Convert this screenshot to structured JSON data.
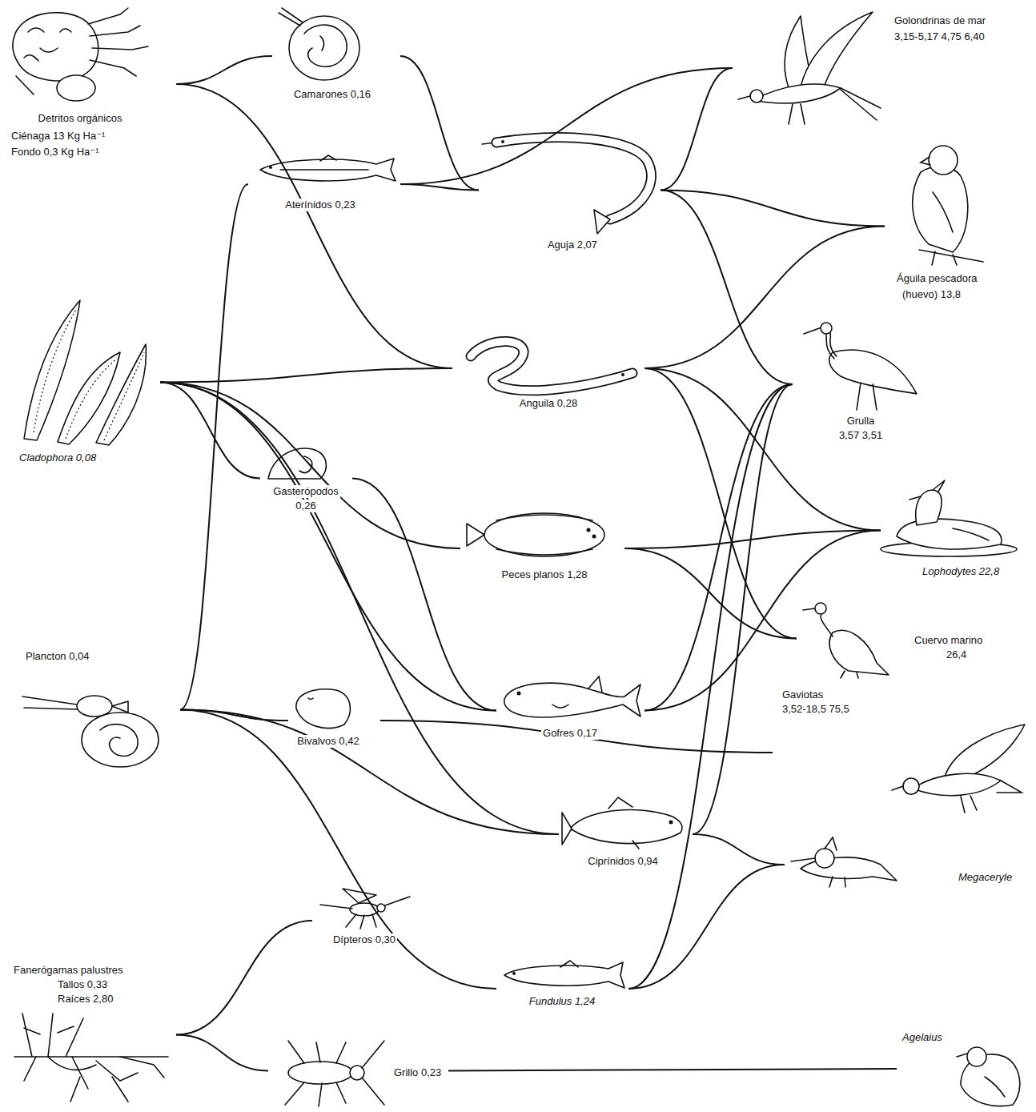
{
  "diagram": {
    "nodes": [
      {
        "text": [
          "Detritos orgánicos",
          "Ciénaga 13 Kg Ha⁻¹",
          "Fondo 0,3 Kg Ha⁻¹"
        ]
      },
      {
        "text": [
          "Camarones 0,16"
        ]
      },
      {
        "text": [
          "Aterínidos 0,23"
        ]
      },
      {
        "text": [
          "Aguja 2,07"
        ]
      },
      {
        "text": [
          "Golondrinas de mar",
          "3,15-5,17 4,75 6,40"
        ]
      },
      {
        "text": [
          "Águila pescadora",
          "(huevo) 13,8"
        ]
      },
      {
        "text": [
          "Cladophora 0,08"
        ]
      },
      {
        "text": [
          "Anguila 0,28"
        ]
      },
      {
        "text": [
          "Grulla",
          "3,57 3,51"
        ]
      },
      {
        "text": [
          "Gasterópodos",
          "0,26"
        ]
      },
      {
        "text": [
          "Peces planos 1,28"
        ]
      },
      {
        "text": [
          "Lophodytes 22,8"
        ]
      },
      {
        "text": [
          "Cuervo marino",
          "26,4"
        ]
      },
      {
        "text": [
          "Plancton 0,04"
        ]
      },
      {
        "text": [
          "Bivalvos 0,42"
        ]
      },
      {
        "text": [
          "Gofres 0,17"
        ]
      },
      {
        "text": [
          "Gaviotas",
          "3,52-18,5 75,5"
        ]
      },
      {
        "text": [
          "Ciprínidos 0,94"
        ]
      },
      {
        "text": [
          "Megaceryle"
        ]
      },
      {
        "text": [
          "Dípteros 0,30"
        ]
      },
      {
        "text": [
          "Fanerógamas palustres",
          "Tallos 0,33",
          "Raíces 2,80"
        ]
      },
      {
        "text": [
          "Fundulus 1,24"
        ]
      },
      {
        "text": [
          "Grillo 0,23"
        ]
      },
      {
        "text": [
          "Agelaius"
        ]
      }
    ],
    "edges": [
      {
        "from": 0,
        "to": 1,
        "arrow": "none"
      },
      {
        "from": 0,
        "to": 7,
        "arrow": "none"
      },
      {
        "from": 1,
        "to": 3,
        "arrow": "none"
      },
      {
        "from": 2,
        "to": 4,
        "arrow": "none"
      },
      {
        "from": 2,
        "to": 3,
        "arrow": "none"
      },
      {
        "from": 3,
        "to": 4,
        "arrow": "none"
      },
      {
        "from": 3,
        "to": 5,
        "arrow": "none"
      },
      {
        "from": 3,
        "to": 8,
        "arrow": "none"
      },
      {
        "from": 13,
        "to": 2,
        "arrow": "none"
      },
      {
        "from": 6,
        "to": 7,
        "arrow": "none"
      },
      {
        "from": 6,
        "to": 9,
        "arrow": "none"
      },
      {
        "from": 6,
        "to": 10,
        "arrow": "none"
      },
      {
        "from": 6,
        "to": 15,
        "arrow": "none"
      },
      {
        "from": 6,
        "to": 17,
        "arrow": "none"
      },
      {
        "from": 9,
        "to": 15,
        "arrow": "none"
      },
      {
        "from": 7,
        "to": 5,
        "arrow": "none"
      },
      {
        "from": 7,
        "to": 11,
        "arrow": "none"
      },
      {
        "from": 7,
        "to": 12,
        "arrow": "none"
      },
      {
        "from": 10,
        "to": 11,
        "arrow": "none"
      },
      {
        "from": 10,
        "to": 12,
        "arrow": "none"
      },
      {
        "from": 13,
        "to": 14,
        "arrow": "none"
      },
      {
        "from": 13,
        "to": 17,
        "arrow": "none"
      },
      {
        "from": 13,
        "to": 21,
        "arrow": "none"
      },
      {
        "from": 14,
        "to": 16,
        "arrow": "none"
      },
      {
        "from": 15,
        "to": 8,
        "arrow": "none"
      },
      {
        "from": 15,
        "to": 11,
        "arrow": "none"
      },
      {
        "from": 17,
        "to": 8,
        "arrow": "none"
      },
      {
        "from": 17,
        "to": 18,
        "arrow": "none"
      },
      {
        "from": 21,
        "to": 8,
        "arrow": "none"
      },
      {
        "from": 21,
        "to": 18,
        "arrow": "none"
      },
      {
        "from": 20,
        "to": 19,
        "arrow": "none"
      },
      {
        "from": 20,
        "to": 22,
        "arrow": "none"
      },
      {
        "from": 22,
        "to": 23,
        "arrow": "none"
      }
    ]
  }
}
